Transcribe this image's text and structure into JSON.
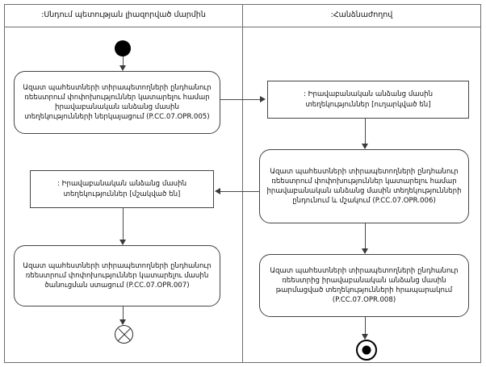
{
  "diagram": {
    "type": "uml-activity-diagram",
    "language": "hy",
    "lanes": [
      {
        "id": "lane-left",
        "title": ":Սնդում պետության լիազորված մարմին"
      },
      {
        "id": "lane-right",
        "title": ":Հանձնաժողով"
      }
    ]
  },
  "left_lane": {
    "title": ":Սնդում պետության լիազորված մարմին",
    "initial_node": "initial-node",
    "action_1": "Ազատ պահեստների տիրապետողների ընդհանուր ռեեստրում փոփոխություններ կատարելու համար իրավաբանական անձանց մասին տեղեկությունների ներկայացում (P.CC.07.OPR.005)",
    "object_1": ": Իրավաբանական անձանց մասին տեղեկություններ [մշակված են]",
    "action_2": "Ազատ պահեստների տիրապետողների ընդհանուր ռեեստրում փոփոխություններ կատարելու մասին ծանուցման ստացում (P.CC.07.OPR.007)",
    "final_node": "flow-final-node"
  },
  "right_lane": {
    "title": ":Հանձնաժողով",
    "object_1": ": Իրավաբանական անձանց մասին տեղեկություններ [ուղարկված են]",
    "action_1": "Ազատ պահեստների տիրապետողների ընդհանուր ռեեստրում փոփոխություններ կատարելու համար իրավաբանական անձանց մասին տեղեկությունների ընդունում և մշակում (P.CC.07.OPR.006)",
    "action_2": "Ազատ պահեստների տիրապետողների ընդհանուր ռեեստրից իրավաբանական անձանց մասին թարմացված տեղեկությունների հրապարակում (P.CC.07.OPR.008)",
    "final_node": "activity-final-node"
  },
  "colors": {
    "frame_border": "#6e6e6e",
    "node_border": "#444444",
    "edge": "#4a4a4a",
    "node_fill": "#ffffff",
    "marker_fill": "#000000",
    "text": "#111111"
  }
}
